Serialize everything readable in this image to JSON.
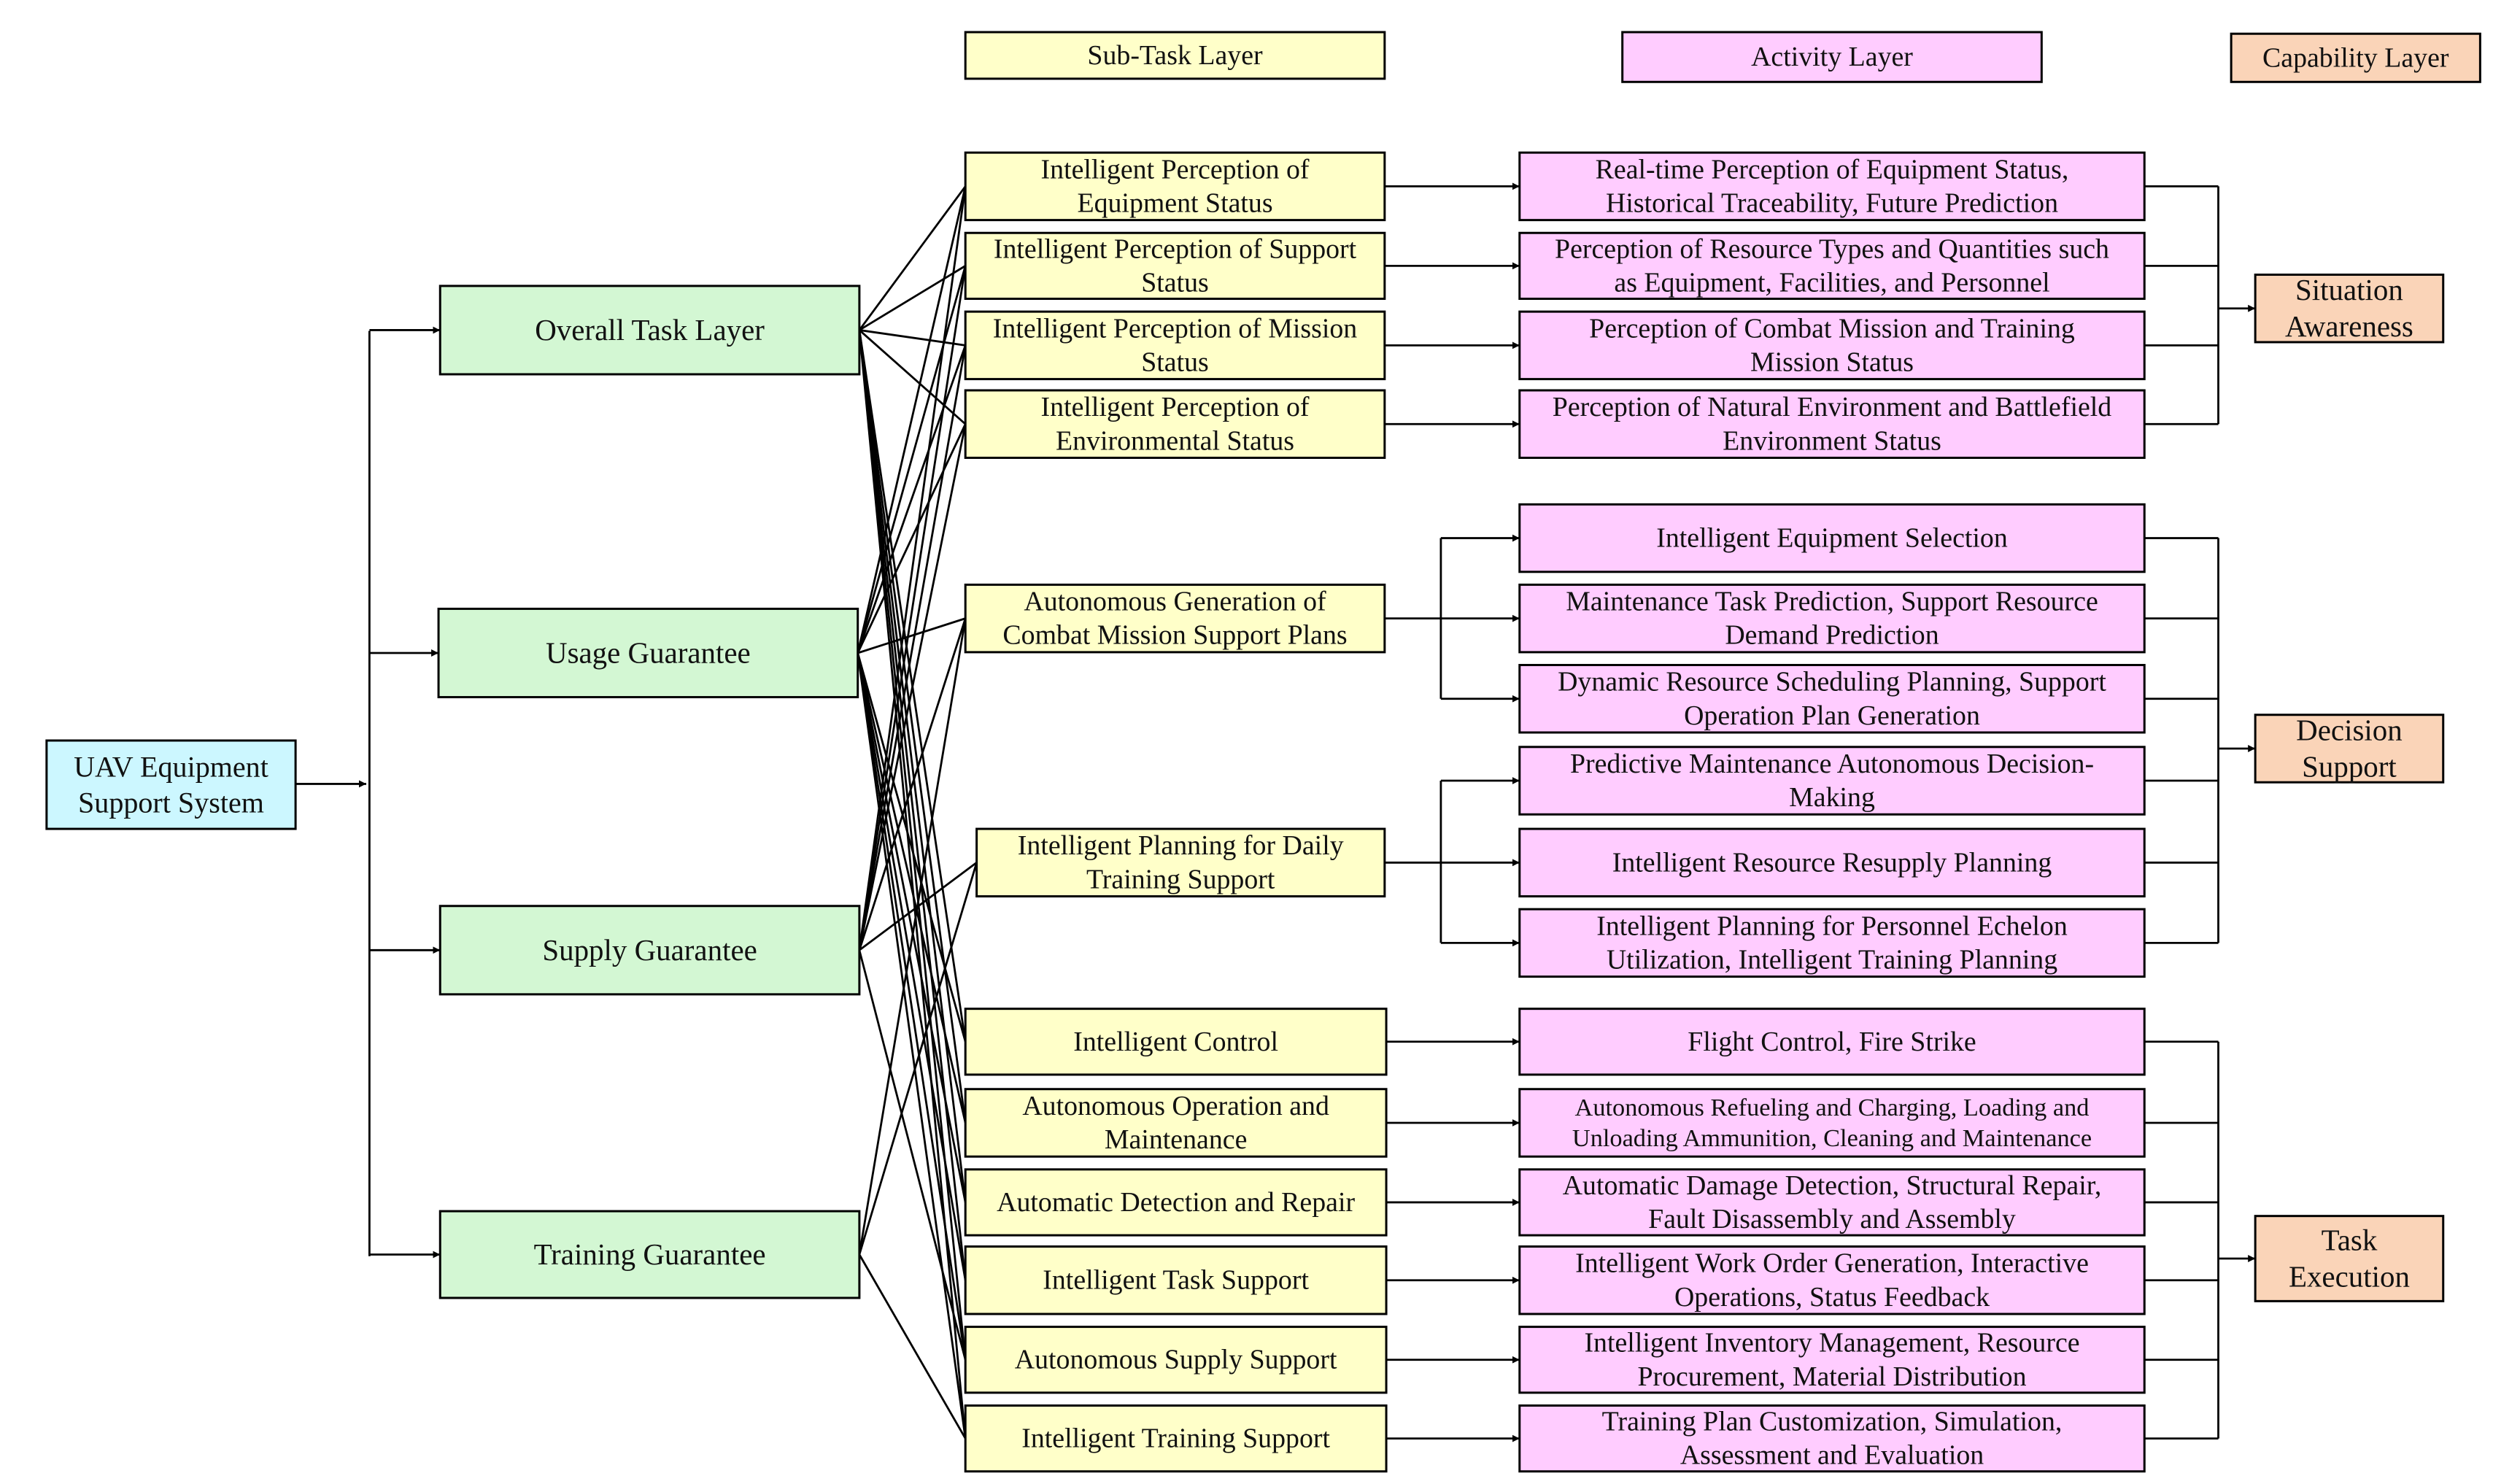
{
  "colors": {
    "root": "#ccf7ff",
    "task": "#d3f7d3",
    "subtask": "#ffffc9",
    "activity": "#ffccff",
    "capability": "#fad4b8",
    "line": "#000000"
  },
  "headers": {
    "subtask": "Sub-Task Layer",
    "activity": "Activity Layer",
    "capability": "Capability Layer"
  },
  "root": {
    "lines": [
      "UAV Equipment",
      "Support System"
    ]
  },
  "tasks": [
    {
      "id": "overall",
      "lines": [
        "Overall Task Layer"
      ]
    },
    {
      "id": "usage",
      "lines": [
        "Usage Guarantee"
      ]
    },
    {
      "id": "supply",
      "lines": [
        "Supply Guarantee"
      ]
    },
    {
      "id": "training",
      "lines": [
        "Training Guarantee"
      ]
    }
  ],
  "subtasks": [
    {
      "lines": [
        "Intelligent Perception of",
        "Equipment Status"
      ]
    },
    {
      "lines": [
        "Intelligent Perception of Support",
        "Status"
      ]
    },
    {
      "lines": [
        "Intelligent Perception of Mission",
        "Status"
      ]
    },
    {
      "lines": [
        "Intelligent Perception of",
        "Environmental Status"
      ]
    },
    {
      "lines": [
        "Autonomous Generation of",
        "Combat Mission Support Plans"
      ]
    },
    {
      "lines": [
        "Intelligent Planning for Daily",
        "Training Support"
      ]
    },
    {
      "lines": [
        "Intelligent Control"
      ]
    },
    {
      "lines": [
        "Autonomous Operation and",
        "Maintenance"
      ]
    },
    {
      "lines": [
        "Automatic Detection and Repair"
      ]
    },
    {
      "lines": [
        "Intelligent Task Support"
      ]
    },
    {
      "lines": [
        "Autonomous Supply Support"
      ]
    },
    {
      "lines": [
        "Intelligent Training Support"
      ]
    }
  ],
  "activities": [
    {
      "lines": [
        "Real-time Perception of Equipment Status,",
        "Historical Traceability, Future Prediction"
      ]
    },
    {
      "lines": [
        "Perception of Resource Types and Quantities such",
        "as Equipment, Facilities, and Personnel"
      ]
    },
    {
      "lines": [
        "Perception of Combat Mission and Training",
        "Mission Status"
      ]
    },
    {
      "lines": [
        "Perception of Natural Environment and Battlefield",
        "Environment Status"
      ]
    },
    {
      "lines": [
        "Intelligent Equipment Selection"
      ]
    },
    {
      "lines": [
        "Maintenance Task Prediction, Support Resource",
        "Demand Prediction"
      ]
    },
    {
      "lines": [
        "Dynamic Resource Scheduling Planning, Support",
        "Operation Plan Generation"
      ]
    },
    {
      "lines": [
        "Predictive Maintenance Autonomous Decision-",
        "Making"
      ]
    },
    {
      "lines": [
        "Intelligent Resource Resupply Planning"
      ]
    },
    {
      "lines": [
        "Intelligent Planning for Personnel Echelon",
        "Utilization, Intelligent Training Planning"
      ]
    },
    {
      "lines": [
        "Flight Control, Fire Strike"
      ]
    },
    {
      "lines": [
        "Autonomous Refueling and Charging, Loading and",
        "Unloading Ammunition, Cleaning and Maintenance"
      ],
      "small": true
    },
    {
      "lines": [
        "Automatic Damage Detection, Structural Repair,",
        "Fault Disassembly and Assembly"
      ]
    },
    {
      "lines": [
        "Intelligent Work Order Generation, Interactive",
        "Operations, Status Feedback"
      ]
    },
    {
      "lines": [
        "Intelligent Inventory Management, Resource",
        "Procurement, Material Distribution"
      ]
    },
    {
      "lines": [
        "Training Plan Customization, Simulation,",
        "Assessment and Evaluation"
      ]
    }
  ],
  "capabilities": [
    {
      "lines": [
        "Situation",
        "Awareness"
      ]
    },
    {
      "lines": [
        "Decision",
        "Support"
      ]
    },
    {
      "lines": [
        "Task",
        "Execution"
      ]
    }
  ]
}
